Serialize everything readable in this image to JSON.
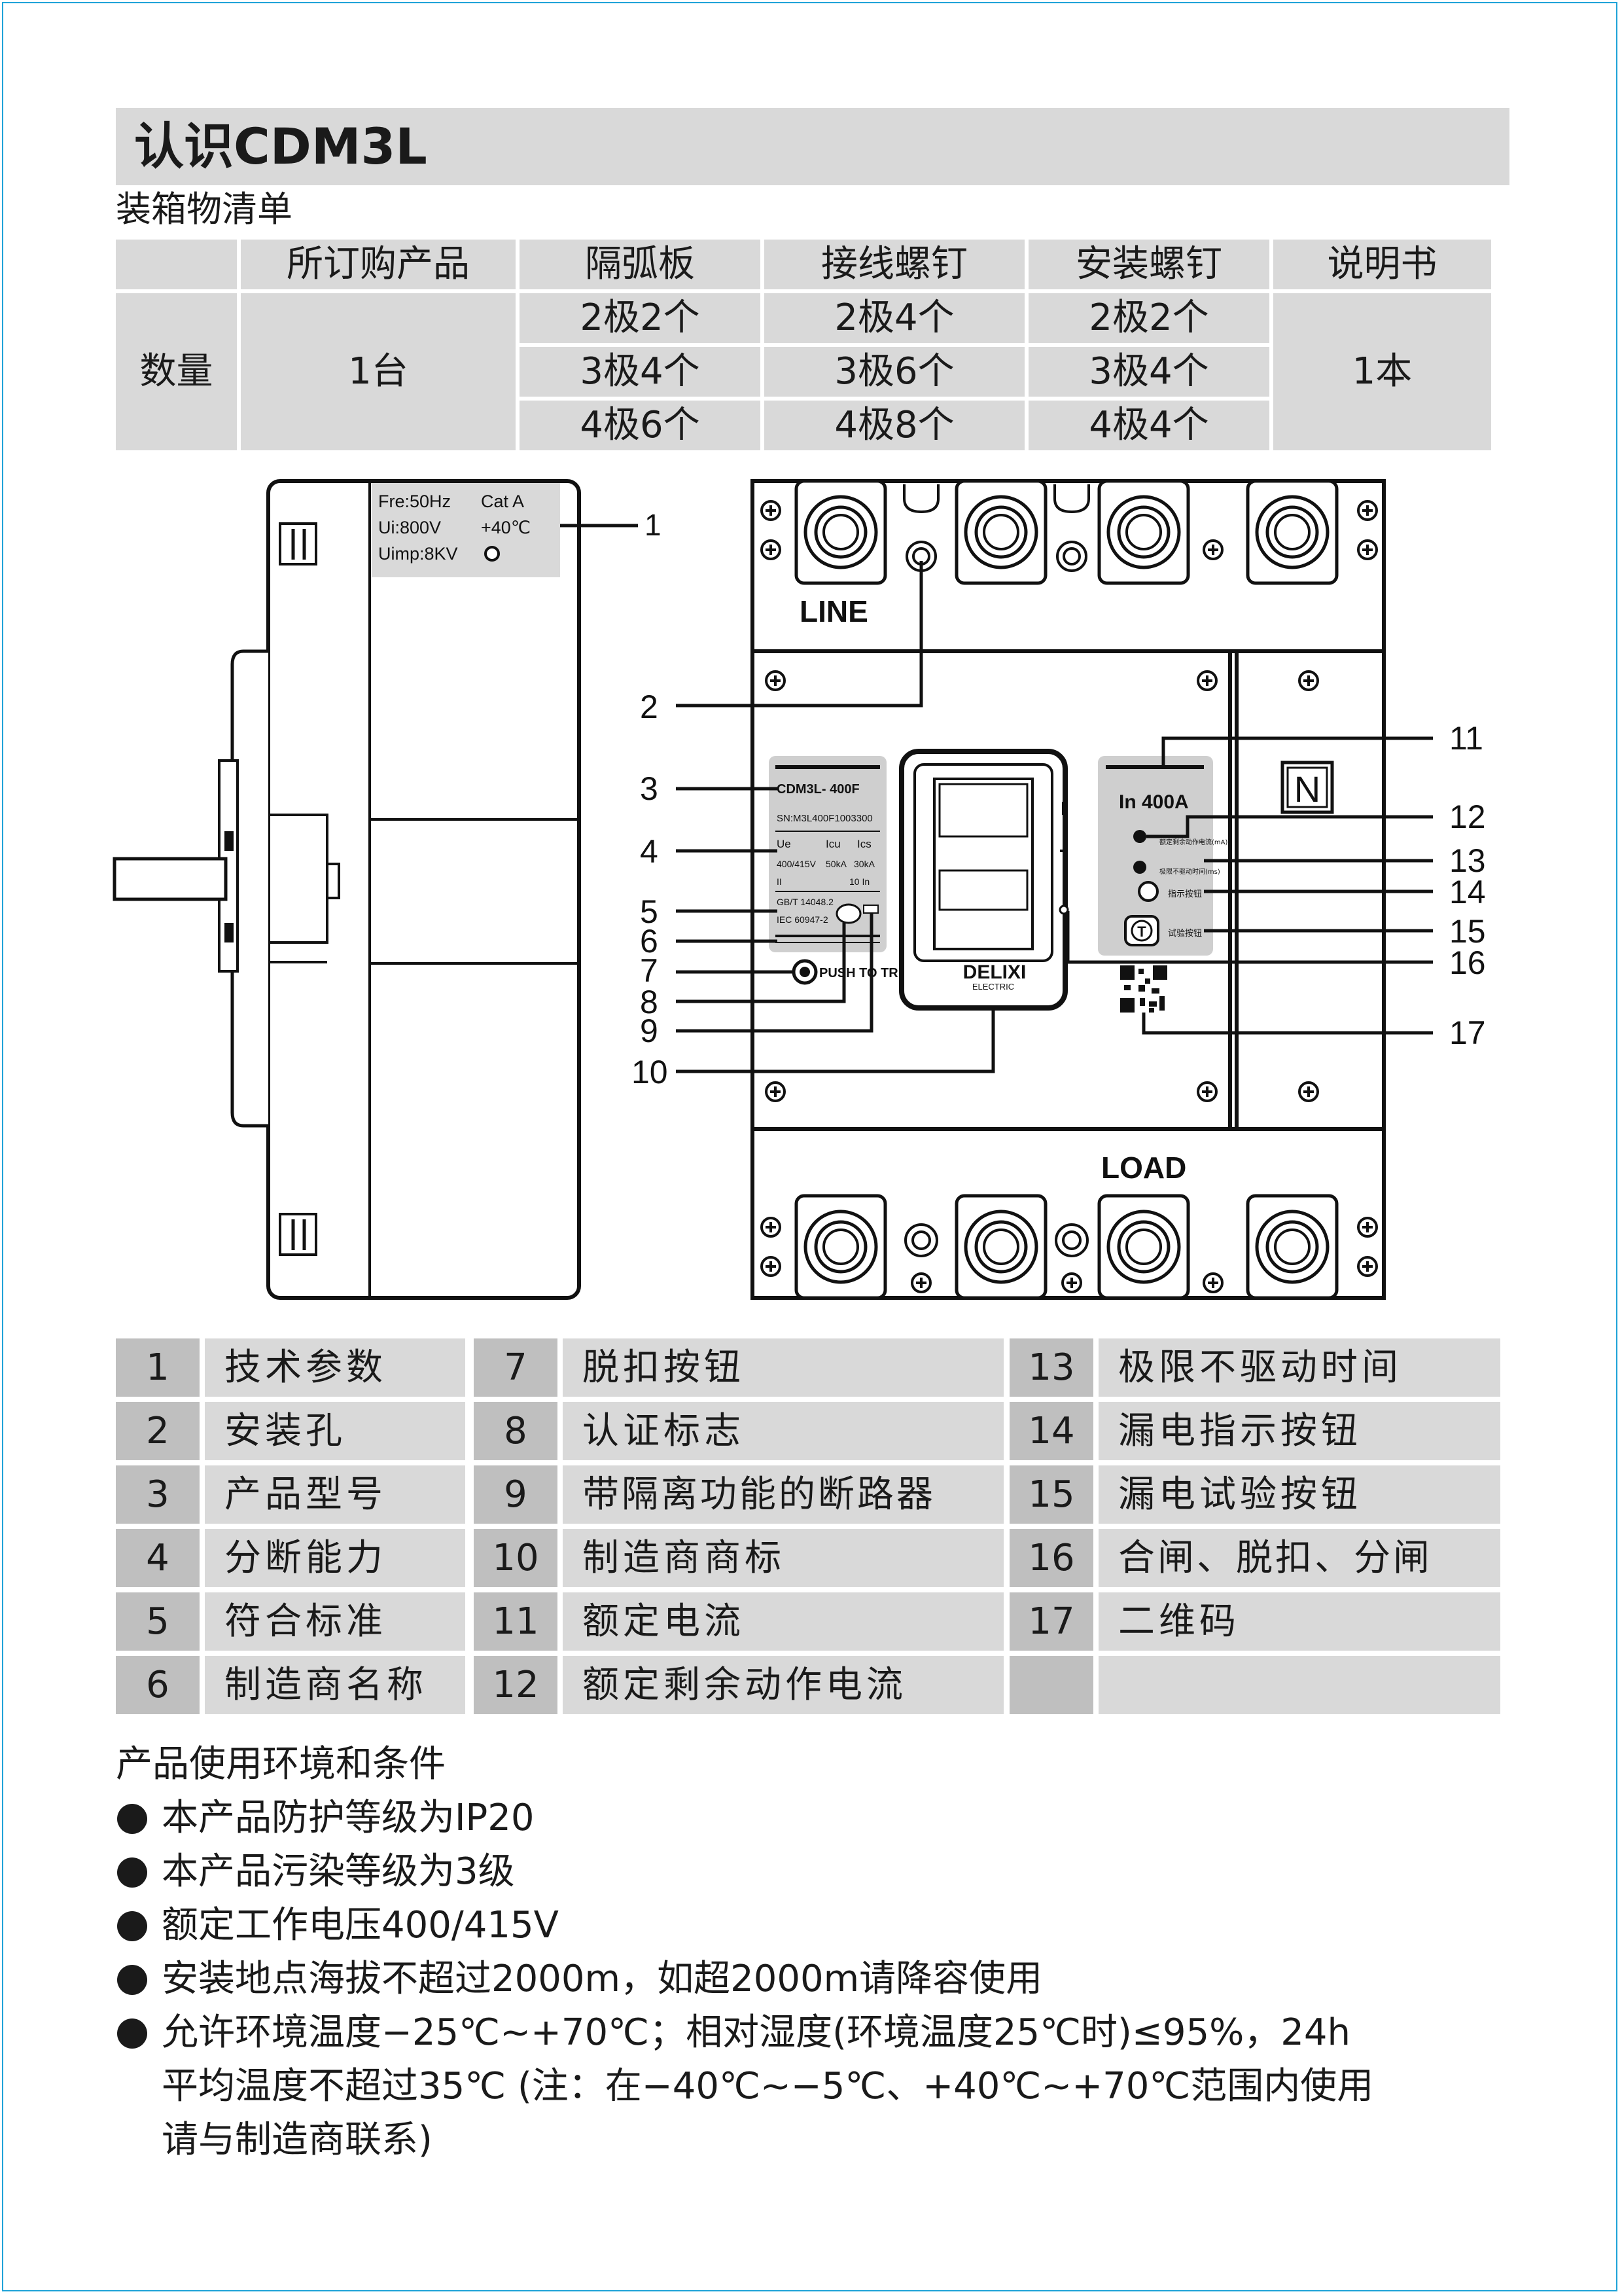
{
  "heading": {
    "title": "认识CDM3L",
    "packing_list_title": "装箱物清单"
  },
  "packing_table": {
    "headers": [
      "",
      "所订购产品",
      "隔弧板",
      "接线螺钉",
      "安装螺钉",
      "说明书"
    ],
    "row_label": "数量",
    "ordered_product": "1台",
    "arc_plates": [
      "2极2个",
      "3极4个",
      "4极6个"
    ],
    "wiring_screws": [
      "2极4个",
      "3极6个",
      "4极8个"
    ],
    "mounting_screws": [
      "2极2个",
      "3极4个",
      "4极4个"
    ],
    "manual": "1本"
  },
  "side_view": {
    "label_line1_a": "Fre:50Hz",
    "label_line1_b": "Cat A",
    "label_line2_a": "Ui:800V",
    "label_line2_b": "+40℃",
    "label_line3": "Uimp:8KV"
  },
  "front_view": {
    "line_text": "LINE",
    "load_text": "LOAD",
    "n_text": "N",
    "model": "CDM3L- 400F",
    "serial": "SN:M3L400F1003300",
    "spec_head": [
      "Ue",
      "Icu",
      "Ics"
    ],
    "spec_vals": [
      "400/415V",
      "50kA",
      "30kA"
    ],
    "spec_row3": [
      "II",
      "10 In"
    ],
    "std1": "GB/T 14048.2",
    "std2": "IEC 60947-2",
    "push_to_trip": "PUSH TO TRIP",
    "brand": "DELIXI",
    "brand_sub": "ELECTRIC",
    "rated_current": "In 400A",
    "leak_text_1": "额定剩余动作电流(mA)",
    "leak_text_2": "极限不驱动时间(ms)",
    "indicator_text": "指示按钮",
    "test_text": "试验按钮",
    "test_button": "T"
  },
  "callouts": [
    "1",
    "2",
    "3",
    "4",
    "5",
    "6",
    "7",
    "8",
    "9",
    "10",
    "11",
    "12",
    "13",
    "14",
    "15",
    "16",
    "17"
  ],
  "parts": [
    {
      "num": "1",
      "label": "技术参数"
    },
    {
      "num": "2",
      "label": "安装孔"
    },
    {
      "num": "3",
      "label": "产品型号"
    },
    {
      "num": "4",
      "label": "分断能力"
    },
    {
      "num": "5",
      "label": "符合标准"
    },
    {
      "num": "6",
      "label": "制造商名称"
    },
    {
      "num": "7",
      "label": "脱扣按钮"
    },
    {
      "num": "8",
      "label": "认证标志"
    },
    {
      "num": "9",
      "label": "带隔离功能的断路器"
    },
    {
      "num": "10",
      "label": "制造商商标"
    },
    {
      "num": "11",
      "label": "额定电流"
    },
    {
      "num": "12",
      "label": "额定剩余动作电流"
    },
    {
      "num": "13",
      "label": "极限不驱动时间"
    },
    {
      "num": "14",
      "label": "漏电指示按钮"
    },
    {
      "num": "15",
      "label": "漏电试验按钮"
    },
    {
      "num": "16",
      "label": "合闸、脱扣、分闸"
    },
    {
      "num": "17",
      "label": "二维码"
    },
    {
      "num": "",
      "label": ""
    }
  ],
  "environment": {
    "title": "产品使用环境和条件",
    "items": [
      "本产品防护等级为IP20",
      "本产品污染等级为3级",
      "额定工作电压400/415V",
      "安装地点海拔不超过2000m，如超2000m请降容使用",
      "允许环境温度−25℃~+70℃；相对湿度(环境温度25℃时)≤95%，24h"
    ],
    "continuation": [
      "平均温度不超过35℃ (注：在−40℃~−5℃、+40℃~+70℃范围内使用",
      "请与制造商联系)"
    ]
  }
}
